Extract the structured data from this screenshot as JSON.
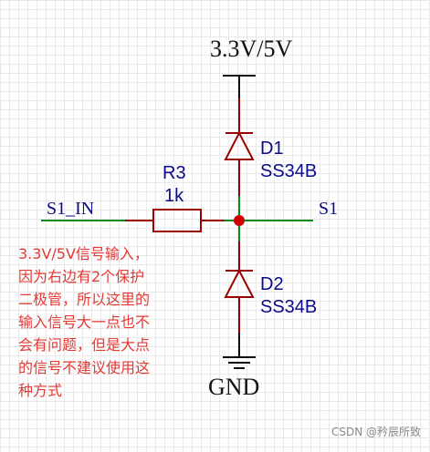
{
  "diagram": {
    "supply_label": "3.3V/5V",
    "ground_label": "GND",
    "input_net": "S1_IN",
    "output_net": "S1",
    "resistor": {
      "ref": "R3",
      "value": "1k"
    },
    "diode_top": {
      "ref": "D1",
      "part": "SS34B"
    },
    "diode_bottom": {
      "ref": "D2",
      "part": "SS34B"
    },
    "note_lines": [
      "3.3V/5V信号输入，",
      "因为右边有2个保护",
      "二极管，所以这里的",
      "输入信号大一点也不",
      "会有问题，但是大点",
      "的信号不建议使用这",
      "种方式"
    ],
    "colors": {
      "wire": "#0a8a1e",
      "component": "#9b0000",
      "label": "#0a0a8a",
      "black": "#111111",
      "note": "#e53935",
      "junction": "#cc0000"
    }
  },
  "watermark": "CSDN @矜辰所致"
}
